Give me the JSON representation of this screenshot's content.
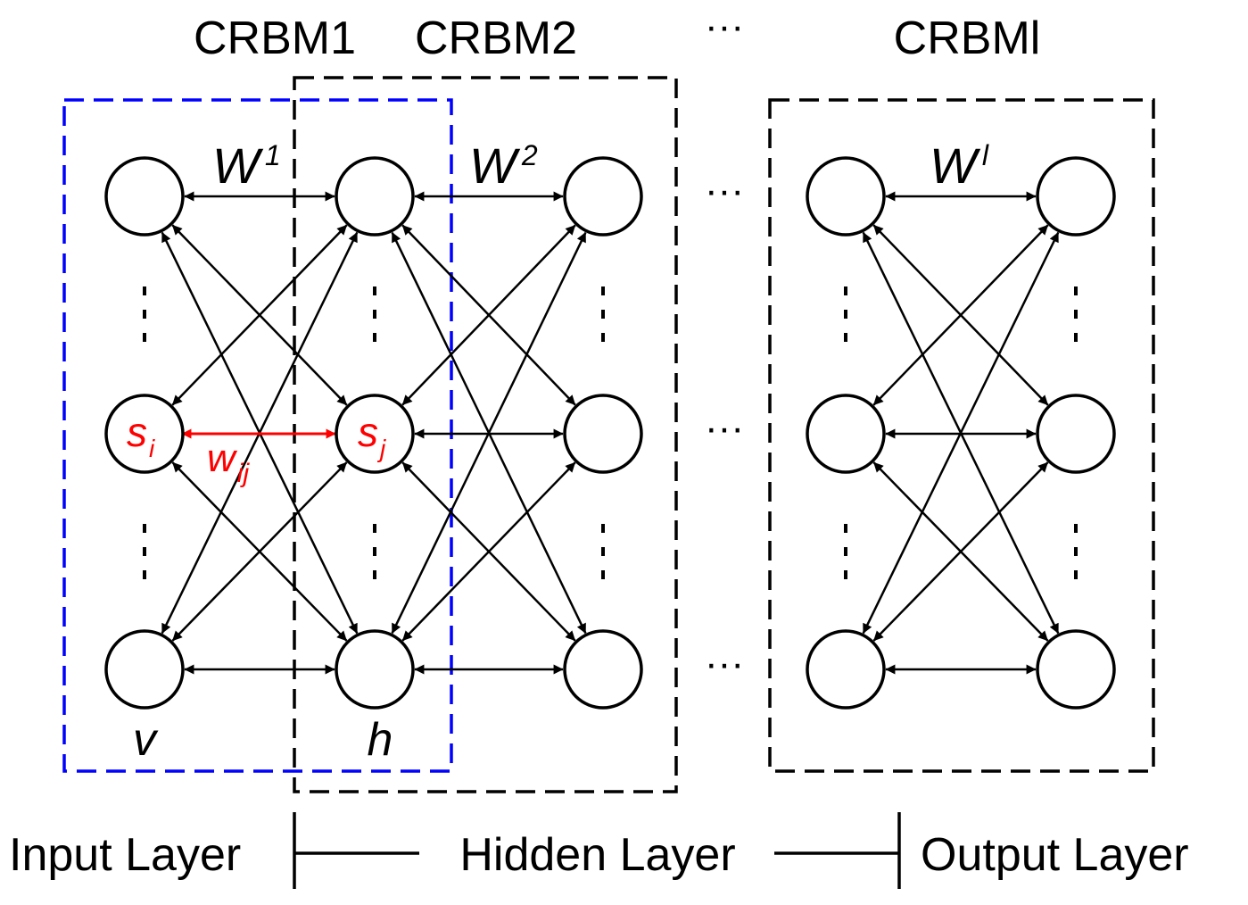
{
  "labels": {
    "crbm1": "CRBM1",
    "crbm2": "CRBM2",
    "crbm_l": "CRBMl",
    "top_ellipsis": "···",
    "w1_base": "W",
    "w1_sup": "1",
    "w2_base": "W",
    "w2_sup": "2",
    "wl_base": "W",
    "wl_sup": "l",
    "si_base": "s",
    "si_sub": "i",
    "sj_base": "s",
    "sj_sub": "j",
    "wij_base": "w",
    "wij_sub": "ij",
    "v": "v",
    "h": "h",
    "mid_ellipsis": "···",
    "input_layer": "Input Layer",
    "hidden_layer": "Hidden Layer",
    "output_layer": "Output Layer"
  },
  "colors": {
    "line": "#000000",
    "highlight": "#ff0000",
    "crbm1_box": "#0000ff",
    "box": "#000000"
  }
}
